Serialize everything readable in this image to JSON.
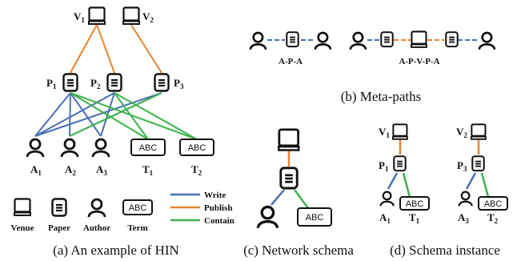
{
  "colors": {
    "write": "#4a6fb5",
    "publish": "#e8852f",
    "contain": "#3cb54a"
  },
  "hin": {
    "venues": [
      {
        "base": "V",
        "sub": "1"
      },
      {
        "base": "V",
        "sub": "2"
      }
    ],
    "papers": [
      {
        "base": "P",
        "sub": "1"
      },
      {
        "base": "P",
        "sub": "2"
      },
      {
        "base": "P",
        "sub": "3"
      }
    ],
    "authors": [
      {
        "base": "A",
        "sub": "1"
      },
      {
        "base": "A",
        "sub": "2"
      },
      {
        "base": "A",
        "sub": "3"
      }
    ],
    "terms": [
      {
        "base": "T",
        "sub": "1"
      },
      {
        "base": "T",
        "sub": "2"
      }
    ],
    "term_text": "ABC",
    "legend_nodes": [
      "Venue",
      "Paper",
      "Author",
      "Term"
    ],
    "legend_edges": [
      "Write",
      "Publish",
      "Contain"
    ],
    "caption": "(a) An example of HIN"
  },
  "metapaths": {
    "path1": "A-P-A",
    "path2": "A-P-V-P-A",
    "caption": "(b) Meta-paths"
  },
  "schema": {
    "caption": "(c) Network schema"
  },
  "instance": {
    "left": {
      "venue": {
        "base": "V",
        "sub": "1"
      },
      "paper": {
        "base": "P",
        "sub": "1"
      },
      "author": {
        "base": "A",
        "sub": "1"
      },
      "term": {
        "base": "T",
        "sub": "1"
      }
    },
    "right": {
      "venue": {
        "base": "V",
        "sub": "2"
      },
      "paper": {
        "base": "P",
        "sub": "3"
      },
      "author": {
        "base": "A",
        "sub": "3"
      },
      "term": {
        "base": "T",
        "sub": "2"
      }
    },
    "caption": "(d) Schema instance"
  }
}
